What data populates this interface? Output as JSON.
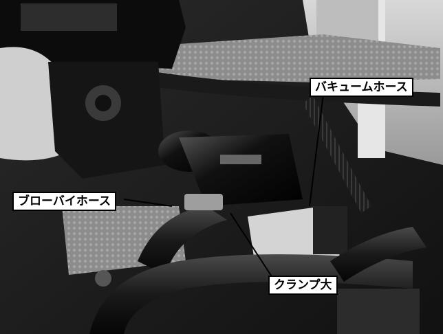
{
  "labels": {
    "vacuum_hose": "バキュームホース",
    "blow_by_hose": "ブローバイホース",
    "clamp_large": "クランプ大"
  }
}
